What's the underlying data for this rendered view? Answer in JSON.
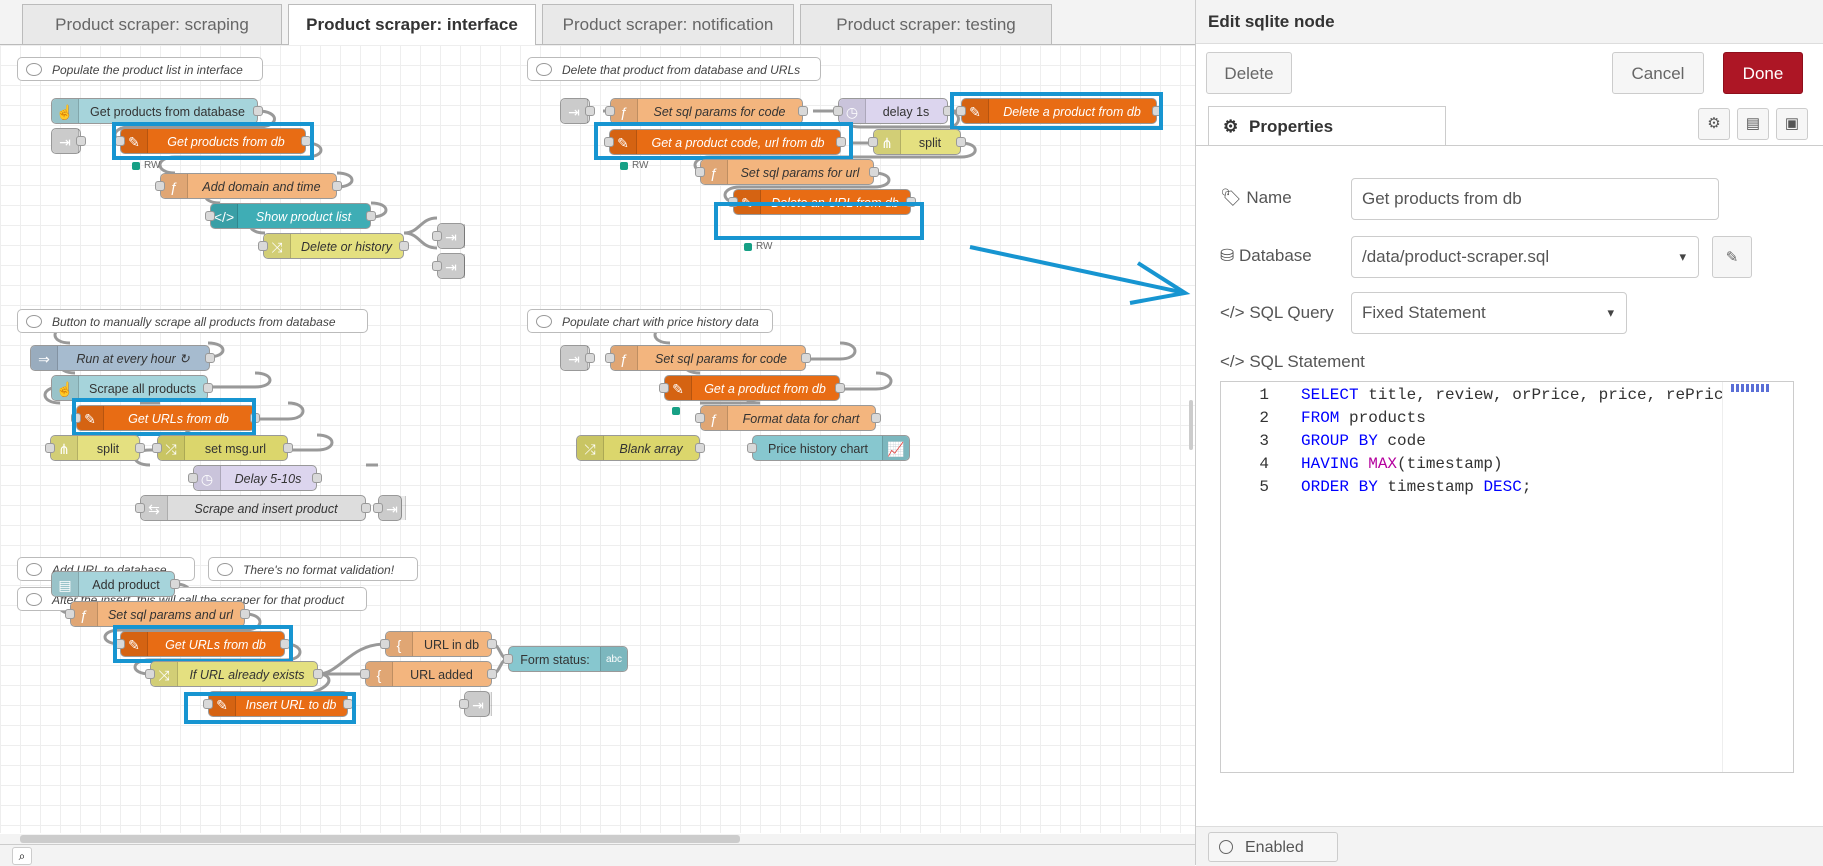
{
  "tabs": [
    {
      "label": "Product scraper: scraping"
    },
    {
      "label": "Product scraper: interface",
      "active": true
    },
    {
      "label": "Product scraper: notification"
    },
    {
      "label": "Product scraper: testing"
    }
  ],
  "comments": {
    "populate_list": "Populate the product list in interface",
    "delete_product": "Delete that product from database and URLs",
    "manual_scrape": "Button to manually scrape all products from database",
    "price_chart": "Populate chart with price history data",
    "add_url": "Add URL to database",
    "no_validation": "There's no format validation!",
    "after_insert": "After the insert, this will call the scraper for that product"
  },
  "nodes": {
    "get_products_from_database": "Get products from database",
    "get_products_from_db": "Get products from db",
    "add_domain_time": "Add domain and time",
    "show_product_list": "Show product list",
    "delete_or_history": "Delete or history",
    "set_sql_code": "Set sql params for code",
    "delay_1s": "delay 1s",
    "delete_product_from_db": "Delete a product from db",
    "get_code_url": "Get a product code, url from db",
    "split_a": "split",
    "set_sql_url": "Set sql params for url",
    "delete_url_from_db": "Delete an URL from db",
    "run_hourly": "Run at every hour ↻",
    "scrape_all": "Scrape all products",
    "get_urls_db": "Get URLs from db",
    "split_b": "split",
    "set_msg_url": "set msg.url",
    "delay_5_10": "Delay 5-10s",
    "scrape_insert": "Scrape and insert product",
    "set_sql_code_2": "Set sql params for code",
    "get_product_db": "Get a product from db",
    "format_chart": "Format data for chart",
    "blank_array": "Blank array",
    "price_history_chart": "Price history chart",
    "add_product": "Add product",
    "set_sql_url_2": "Set sql params and url",
    "get_urls_db_2": "Get URLs from db",
    "url_in_db": "URL in db",
    "url_added": "URL added",
    "form_status": "Form status:",
    "if_url_exists": "If URL already exists",
    "insert_url_db": "Insert URL to db"
  },
  "status": {
    "rw": "RW"
  },
  "tray": {
    "title": "Edit sqlite node",
    "delete_label": "Delete",
    "cancel_label": "Cancel",
    "done_label": "Done",
    "properties_tab": "Properties",
    "name_label": "Name",
    "name_value": "Get products from db",
    "database_label": "Database",
    "database_value": "/data/product-scraper.sql",
    "sql_query_label": "SQL Query",
    "sql_query_value": "Fixed Statement",
    "sql_statement_label": "SQL Statement",
    "enabled_label": "Enabled"
  },
  "sql_lines": [
    {
      "n": "1"
    },
    {
      "n": "2"
    },
    {
      "n": "3"
    },
    {
      "n": "4"
    },
    {
      "n": "5"
    }
  ],
  "sql_tokens": {
    "l1_kw": "SELECT",
    "l1_rest": " title, review, orPrice, price, rePric",
    "l2_kw": "FROM",
    "l2_rest": " products",
    "l3_kw": "GROUP BY",
    "l3_rest": " code",
    "l4_kw": "HAVING",
    "l4_fn": " MAX",
    "l4_rest": "(timestamp)",
    "l5_kw": "ORDER BY",
    "l5_rest": " timestamp ",
    "l5_kw2": "DESC",
    "l5_end": ";"
  },
  "colors": {
    "accent": "#1795d1",
    "done": "#ad1625",
    "node_orange": "#e86c14"
  }
}
